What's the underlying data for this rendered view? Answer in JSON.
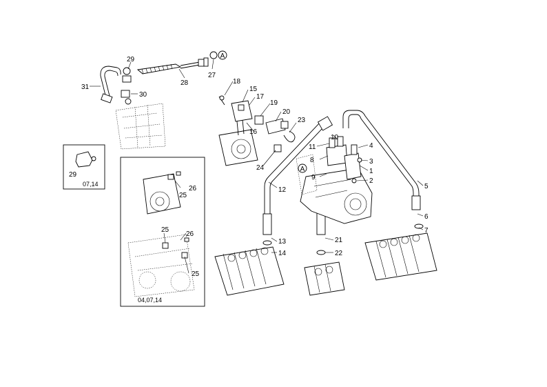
{
  "callouts": {
    "c1": "1",
    "c2": "2",
    "c3": "3",
    "c4": "4",
    "c5": "5",
    "c6": "6",
    "c7": "7",
    "c8": "8",
    "c9": "9",
    "c10": "10",
    "c11": "11",
    "c12": "12",
    "c13": "13",
    "c14": "14",
    "c15": "15",
    "c16": "16",
    "c17": "17",
    "c18": "18",
    "c19": "19",
    "c20": "20",
    "c21": "21",
    "c22": "22",
    "c23": "23",
    "c24": "24",
    "c25a": "25",
    "c25b": "25",
    "c25c": "25",
    "c26a": "26",
    "c26b": "26",
    "c27": "27",
    "c28": "28",
    "c29a": "29",
    "c29b": "29",
    "c30": "30",
    "c31": "31"
  },
  "markers": {
    "a1": "A",
    "a2": "A"
  },
  "captions": {
    "inset_small": "07,14",
    "inset_large": "04,07,14"
  }
}
